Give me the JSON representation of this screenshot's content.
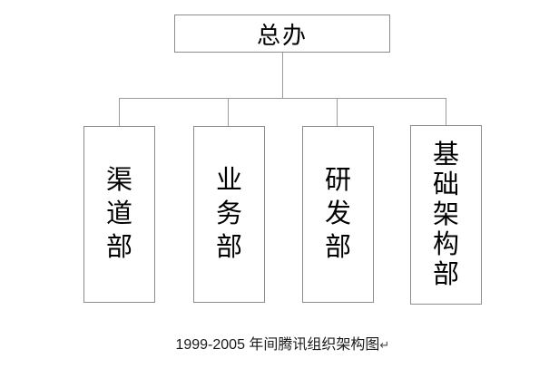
{
  "diagram": {
    "type": "org-chart",
    "title": "1999-2005 年间腾讯组织架构图",
    "root": {
      "label": "总办",
      "orientation": "horizontal"
    },
    "children": [
      {
        "label": "渠道部",
        "chars": [
          "渠",
          "道",
          "部"
        ],
        "orientation": "vertical"
      },
      {
        "label": "业务部",
        "chars": [
          "业",
          "务",
          "部"
        ],
        "orientation": "vertical"
      },
      {
        "label": "研发部",
        "chars": [
          "研",
          "发",
          "部"
        ],
        "orientation": "vertical"
      },
      {
        "label": "基础架构部",
        "chars": [
          "基",
          "础",
          "架",
          "构",
          "部"
        ],
        "orientation": "vertical"
      }
    ],
    "colors": {
      "box_border": "#8c8c8c",
      "connector": "#9a9a9a",
      "text": "#000000",
      "background": "#ffffff"
    }
  },
  "caption": {
    "text": "1999-2005 年间腾讯组织架构图",
    "end_mark": "↵"
  }
}
